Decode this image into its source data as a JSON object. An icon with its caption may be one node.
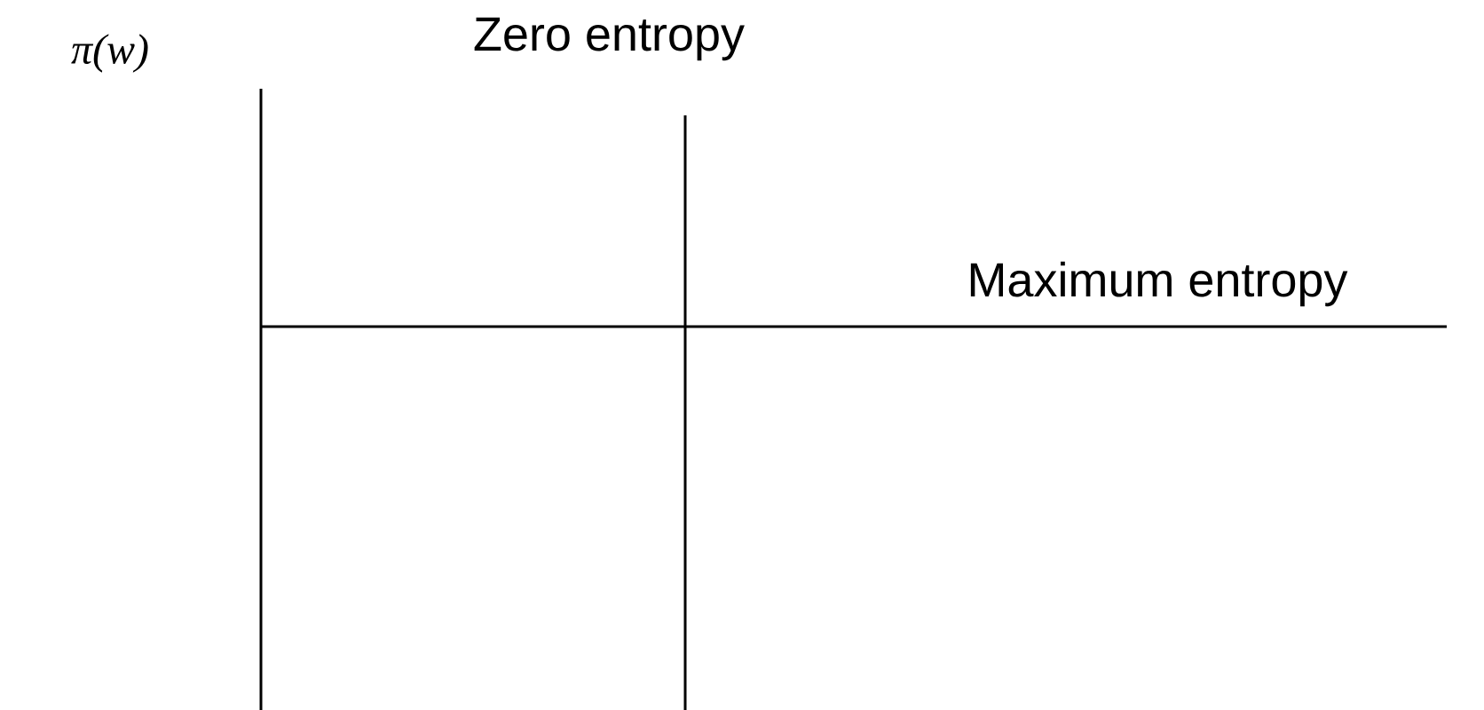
{
  "diagram": {
    "labels": [
      "π(w)",
      "Zero entropy",
      "Maximum entropy"
    ]
  }
}
